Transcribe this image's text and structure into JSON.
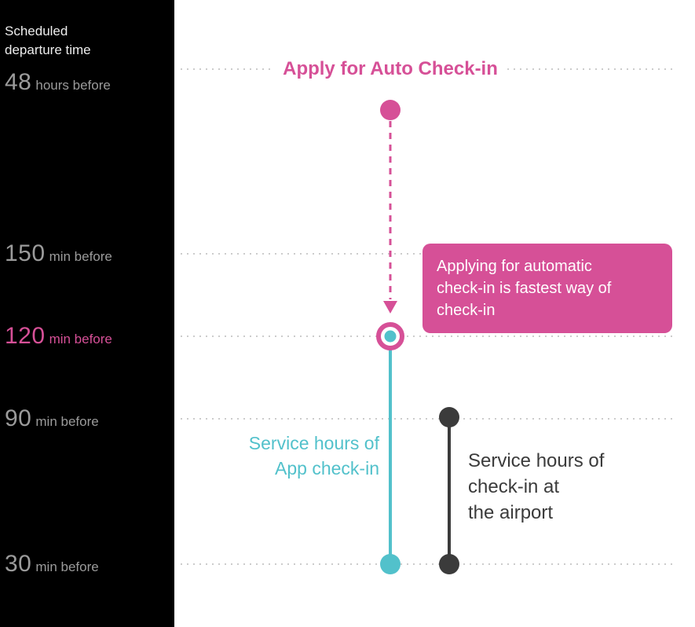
{
  "colors": {
    "pink": "#d65097",
    "teal": "#52c1cb",
    "dark": "#3b3b3b",
    "gray_text": "#9b9b9b",
    "sidebar_bg": "#000000",
    "grid_dotted": "#cccccc"
  },
  "sidebar": {
    "title_line1": "Scheduled",
    "title_line2": "departure time",
    "ticks": [
      {
        "value": "48",
        "unit": "hours before",
        "highlighted": false
      },
      {
        "value": "150",
        "unit": "min before",
        "highlighted": false
      },
      {
        "value": "120",
        "unit": "min before",
        "highlighted": true
      },
      {
        "value": "90",
        "unit": "min before",
        "highlighted": false
      },
      {
        "value": "30",
        "unit": "min before",
        "highlighted": false
      }
    ]
  },
  "diagram": {
    "title": "Apply for Auto Check-in",
    "callout": {
      "lines": [
        "Applying for automatic",
        "check-in is fastest way of",
        "check-in"
      ]
    },
    "app_service_label": {
      "lines": [
        "Service hours of",
        "App check-in"
      ]
    },
    "airport_service_label": {
      "lines": [
        "Service hours of",
        "check-in at",
        "the airport"
      ]
    },
    "segments": [
      {
        "name": "auto-checkin-apply",
        "start": "48 hours before",
        "end": "120 min before"
      },
      {
        "name": "app-checkin-service",
        "start": "120 min before",
        "end": "30 min before"
      },
      {
        "name": "airport-checkin-service",
        "start": "90 min before",
        "end": "30 min before"
      }
    ]
  }
}
